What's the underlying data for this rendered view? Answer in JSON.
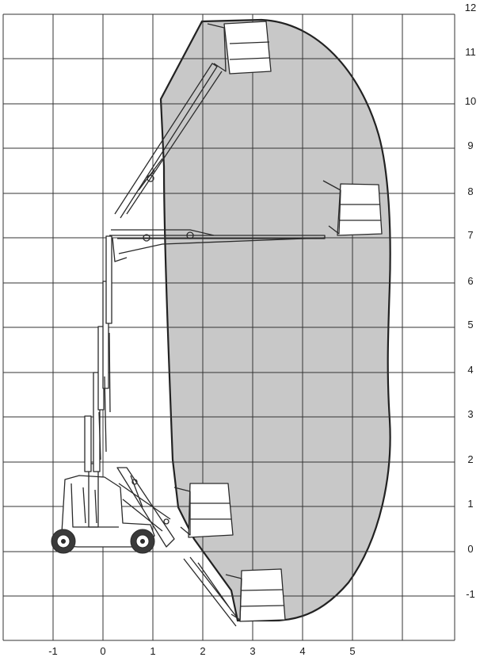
{
  "diagram": {
    "x_ticks": [
      "-1",
      "0",
      "1",
      "2",
      "3",
      "4",
      "5"
    ],
    "y_ticks": [
      "12",
      "11",
      "10",
      "9",
      "8",
      "7",
      "6",
      "5",
      "4",
      "3",
      "2",
      "1",
      "0",
      "-1"
    ],
    "colors": {
      "envelope_fill": "#c8c8c8",
      "grid": "#333333",
      "outline": "#222222"
    },
    "illustration": "aerial-work-platform-reach-diagram"
  }
}
